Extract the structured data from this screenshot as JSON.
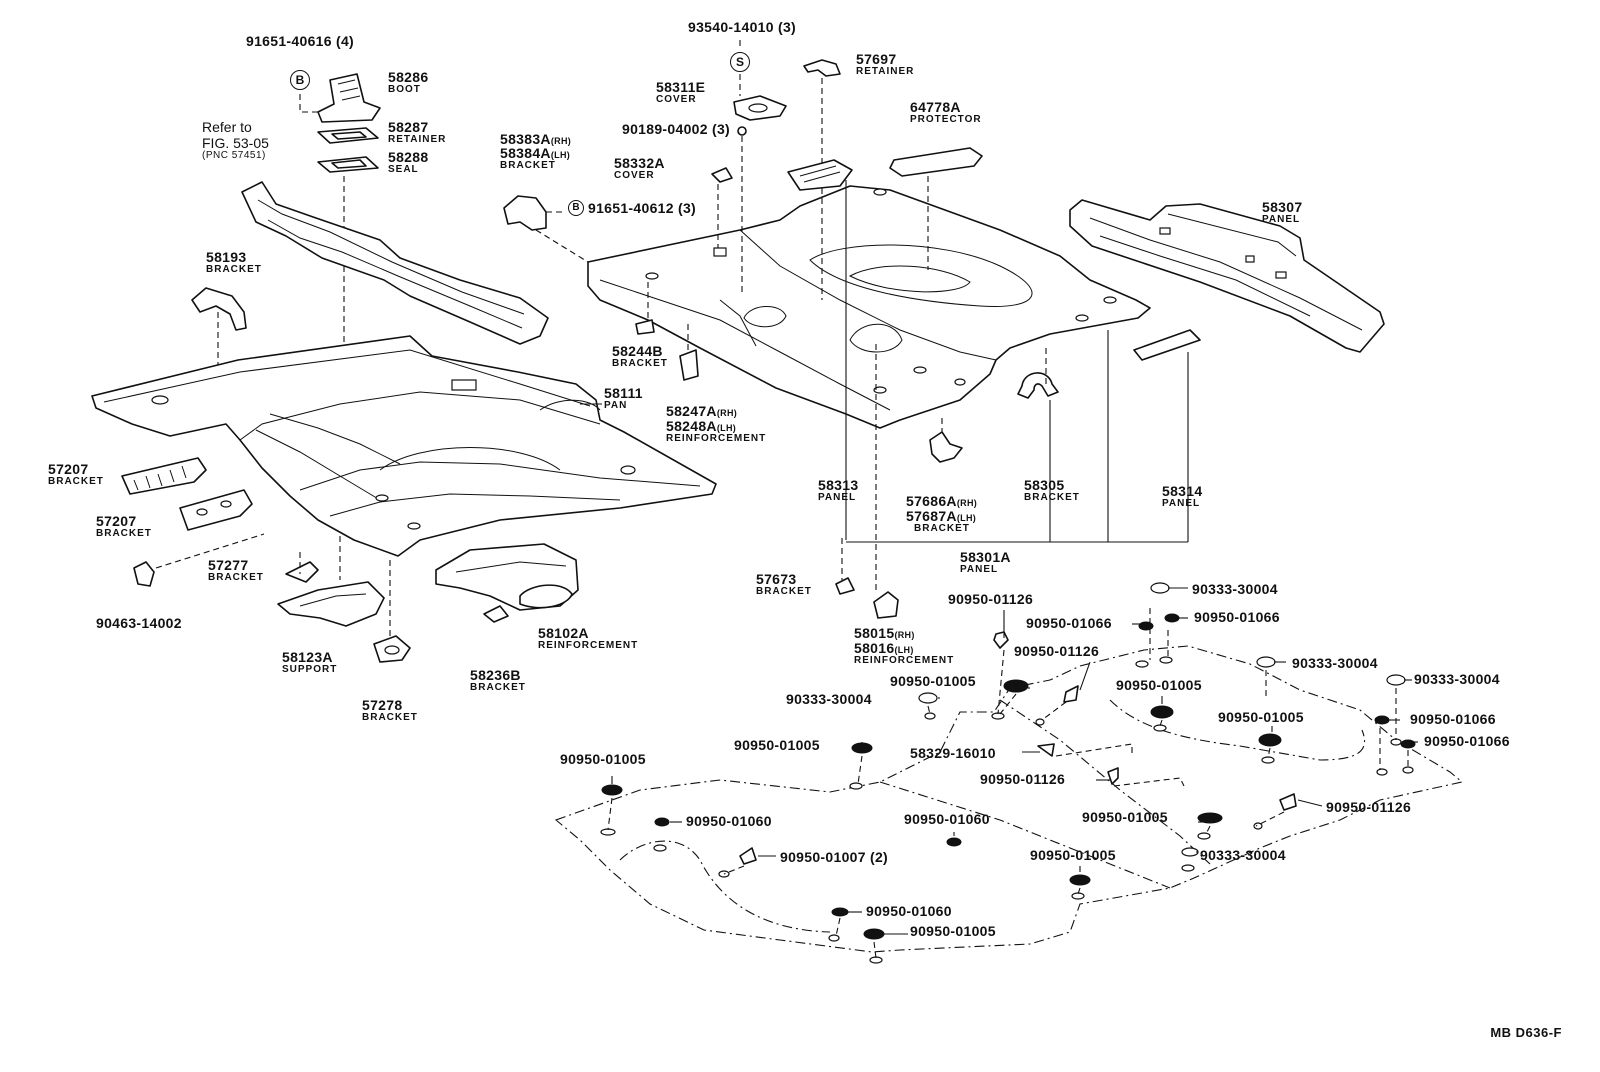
{
  "diagram_code": "MB D636-F",
  "refer": {
    "line1": "Refer to",
    "line2": "FIG. 53-05",
    "line3": "(PNC 57451)"
  },
  "callout_b": "B",
  "callout_s": "S",
  "labels": {
    "l91651_40616": {
      "pn": "91651-40616 (4)"
    },
    "l58286": {
      "pn": "58286",
      "name": "BOOT"
    },
    "l58287": {
      "pn": "58287",
      "name": "RETAINER"
    },
    "l58288": {
      "pn": "58288",
      "name": "SEAL"
    },
    "l58193": {
      "pn": "58193",
      "name": "BRACKET"
    },
    "l58111": {
      "pn": "58111",
      "name": "PAN"
    },
    "l57207a": {
      "pn": "57207",
      "name": "BRACKET"
    },
    "l57207b": {
      "pn": "57207",
      "name": "BRACKET"
    },
    "l57277": {
      "pn": "57277",
      "name": "BRACKET"
    },
    "l90463": {
      "pn": "90463-14002"
    },
    "l58123A": {
      "pn": "58123A",
      "name": "SUPPORT"
    },
    "l57278": {
      "pn": "57278",
      "name": "BRACKET"
    },
    "l58236B": {
      "pn": "58236B",
      "name": "BRACKET"
    },
    "l58102A": {
      "pn": "58102A",
      "name": "REINFORCEMENT"
    },
    "l93540": {
      "pn": "93540-14010 (3)"
    },
    "l57697": {
      "pn": "57697",
      "name": "RETAINER"
    },
    "l58311E": {
      "pn": "58311E",
      "name": "COVER"
    },
    "l90189": {
      "pn": "90189-04002 (3)"
    },
    "l58383A": {
      "pn": "58383A",
      "sfx": "(RH)"
    },
    "l58384A": {
      "pn": "58384A",
      "sfx": "(LH)",
      "name": "BRACKET"
    },
    "l58332A": {
      "pn": "58332A",
      "name": "COVER"
    },
    "l91651_40612": {
      "pn": "91651-40612 (3)"
    },
    "l64778A": {
      "pn": "64778A",
      "name": "PROTECTOR"
    },
    "l58307": {
      "pn": "58307",
      "name": "PANEL"
    },
    "l58244B": {
      "pn": "58244B",
      "name": "BRACKET"
    },
    "l58247A": {
      "pn": "58247A",
      "sfx": "(RH)"
    },
    "l58248A": {
      "pn": "58248A",
      "sfx": "(LH)",
      "name": "REINFORCEMENT"
    },
    "l58313": {
      "pn": "58313",
      "name": "PANEL"
    },
    "l57686A": {
      "pn": "57686A",
      "sfx": "(RH)"
    },
    "l57687A": {
      "pn": "57687A",
      "sfx": "(LH)",
      "name": "BRACKET"
    },
    "l58305": {
      "pn": "58305",
      "name": "BRACKET"
    },
    "l58314": {
      "pn": "58314",
      "name": "PANEL"
    },
    "l58301A": {
      "pn": "58301A",
      "name": "PANEL"
    },
    "l57673": {
      "pn": "57673",
      "name": "BRACKET"
    },
    "l58015": {
      "pn": "58015",
      "sfx": "(RH)"
    },
    "l58016": {
      "pn": "58016",
      "sfx": "(LH)",
      "name": "REINFORCEMENT"
    },
    "g1": {
      "pn": "90333-30004"
    },
    "g2": {
      "pn": "90950-01066"
    },
    "g3": {
      "pn": "90950-01126"
    },
    "g4": {
      "pn": "90950-01066"
    },
    "g5": {
      "pn": "90950-01126"
    },
    "g6": {
      "pn": "90333-30004"
    },
    "g7": {
      "pn": "90950-01005"
    },
    "g8": {
      "pn": "90333-30004"
    },
    "g9": {
      "pn": "90950-01005"
    },
    "g10": {
      "pn": "90333-30004"
    },
    "g11": {
      "pn": "90950-01005"
    },
    "g12": {
      "pn": "90950-01066"
    },
    "g13": {
      "pn": "90950-01066"
    },
    "g14": {
      "pn": "90950-01005"
    },
    "g15": {
      "pn": "58329-16010"
    },
    "g16": {
      "pn": "90950-01126"
    },
    "g17": {
      "pn": "90950-01005"
    },
    "g18": {
      "pn": "90950-01126"
    },
    "g19": {
      "pn": "90950-01060"
    },
    "g20": {
      "pn": "90950-01060"
    },
    "g21": {
      "pn": "90950-01005"
    },
    "g22": {
      "pn": "90950-01005"
    },
    "g23": {
      "pn": "90950-01007 (2)"
    },
    "g24": {
      "pn": "90333-30004"
    },
    "g25": {
      "pn": "90950-01060"
    },
    "g26": {
      "pn": "90950-01005"
    }
  }
}
